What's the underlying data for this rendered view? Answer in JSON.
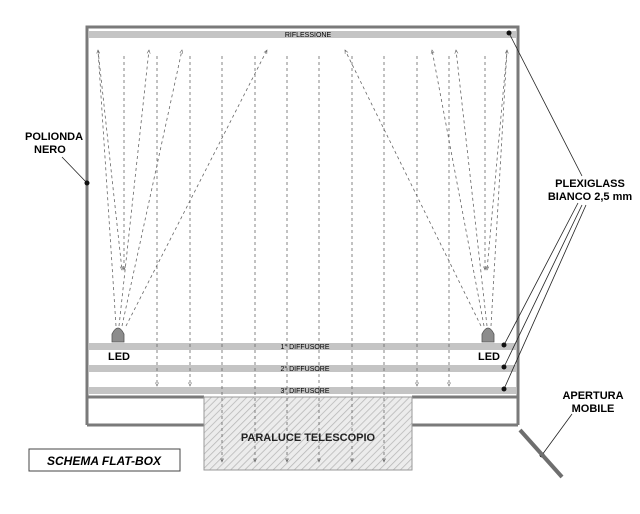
{
  "labels": {
    "riflessione": "RIFLESSIONE",
    "diffusore1": "1° DIFFUSORE",
    "diffusore2": "2° DIFFUSORE",
    "diffusore3": "3° DIFFUSORE",
    "polionda_1": "POLIONDA",
    "polionda_2": "NERO",
    "plexiglass_1": "PLEXIGLASS",
    "plexiglass_2": "BIANCO 2,5 mm",
    "led_left": "LED",
    "led_right": "LED",
    "paraluce": "PARALUCE TELESCOPIO",
    "apertura_1": "APERTURA",
    "apertura_2": "MOBILE",
    "schema": "SCHEMA FLAT-BOX"
  },
  "colors": {
    "wall": "#7a7a7a",
    "plexiglass": "#c4c4c4",
    "led": "#8c8c8c",
    "ray": "#555555",
    "hatch": "#a8a8a8"
  }
}
